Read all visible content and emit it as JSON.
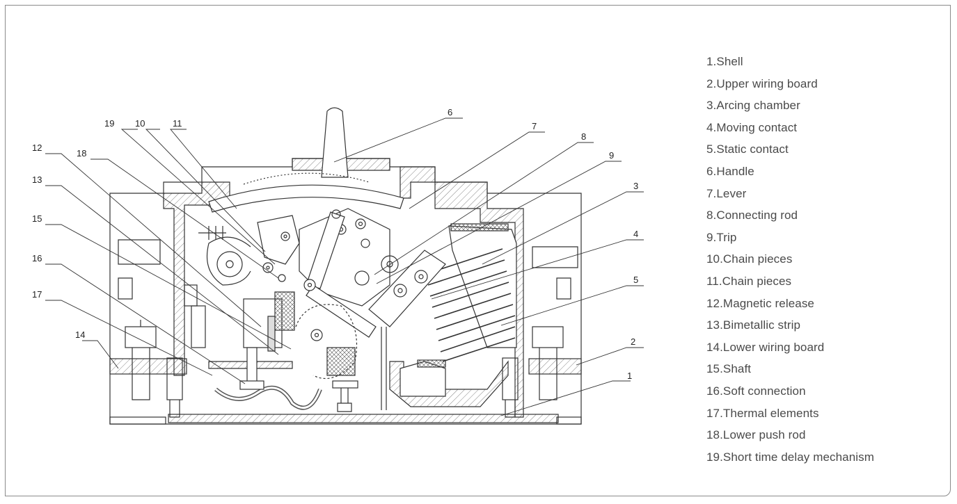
{
  "diagram": {
    "callout_numbers": [
      "1",
      "2",
      "3",
      "4",
      "5",
      "6",
      "7",
      "8",
      "9",
      "10",
      "11",
      "12",
      "13",
      "14",
      "15",
      "16",
      "17",
      "18",
      "19"
    ]
  },
  "legend": {
    "items": [
      "1.Shell",
      "2.Upper wiring board",
      "3.Arcing chamber",
      "4.Moving contact",
      "5.Static contact",
      "6.Handle",
      "7.Lever",
      "8.Connecting rod",
      "9.Trip",
      "10.Chain pieces",
      "11.Chain pieces",
      "12.Magnetic release",
      "13.Bimetallic strip",
      "14.Lower wiring board",
      "15.Shaft",
      "16.Soft connection",
      "17.Thermal elements",
      "18.Lower push rod",
      "19.Short time delay mechanism"
    ]
  }
}
